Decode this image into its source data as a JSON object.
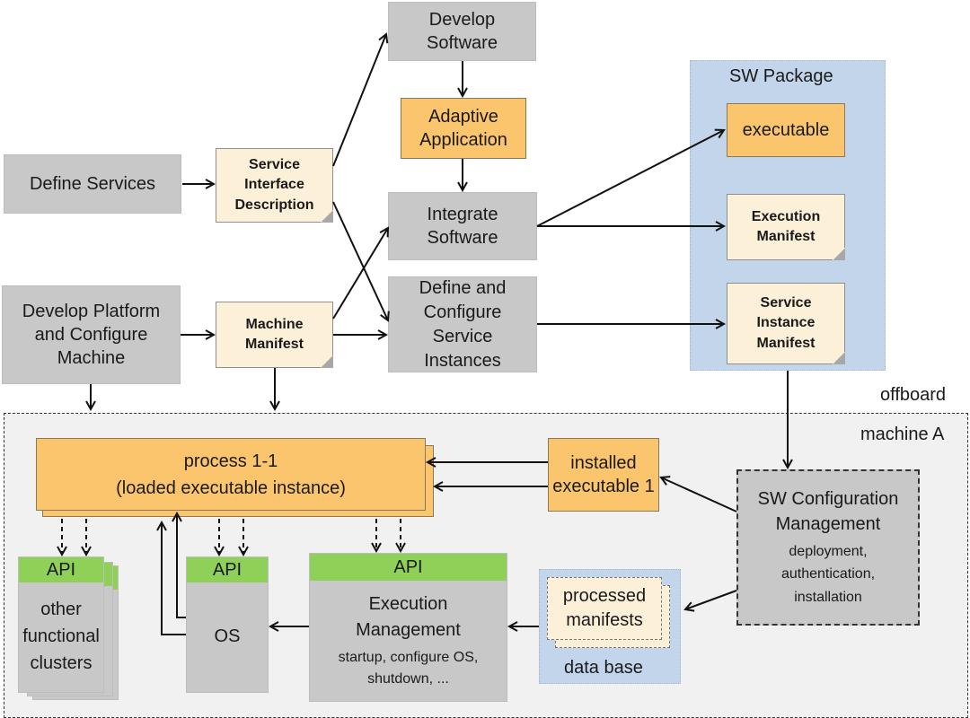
{
  "top": {
    "develop_software": [
      "Develop",
      "Software"
    ],
    "adaptive_application": [
      "Adaptive",
      "Application"
    ],
    "define_services": "Define Services",
    "service_interface_description": [
      "Service",
      "Interface",
      "Description"
    ],
    "integrate_software": [
      "Integrate",
      "Software"
    ],
    "develop_platform": [
      "Develop Platform",
      "and Configure",
      "Machine"
    ],
    "machine_manifest": [
      "Machine",
      "Manifest"
    ],
    "define_configure": [
      "Define and",
      "Configure",
      "Service",
      "Instances"
    ]
  },
  "sw_package": {
    "title": "SW Package",
    "executable": "executable",
    "execution_manifest": [
      "Execution",
      "Manifest"
    ],
    "service_instance_manifest": [
      "Service",
      "Instance",
      "Manifest"
    ]
  },
  "regions": {
    "offboard": "offboard",
    "machine_a": "machine A"
  },
  "machine": {
    "process": [
      "process 1-1",
      "(loaded executable instance)"
    ],
    "installed_executable": [
      "installed",
      "executable 1"
    ],
    "sw_config_mgmt": {
      "title": [
        "SW Configuration",
        "Management"
      ],
      "details": [
        "deployment,",
        "authentication,",
        "installation"
      ]
    },
    "api_label": "API",
    "other_clusters": [
      "other",
      "functional",
      "clusters"
    ],
    "os": "OS",
    "execution_mgmt": {
      "title": [
        "Execution",
        "Management"
      ],
      "details": [
        "startup, configure OS,",
        "shutdown, ..."
      ]
    },
    "database": {
      "manifests": [
        "processed",
        "manifests"
      ],
      "label": "data base"
    }
  }
}
